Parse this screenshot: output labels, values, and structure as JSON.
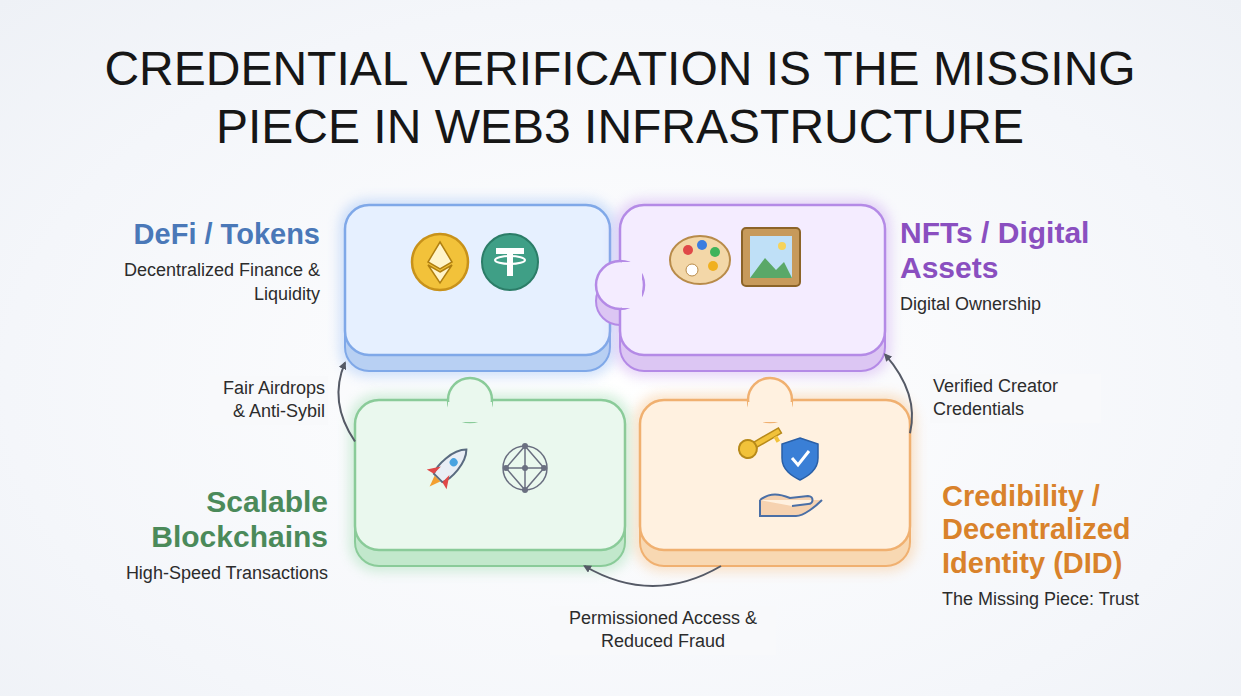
{
  "diagram": {
    "title": "CREDENTIAL VERIFICATION IS THE MISSING PIECE IN WEB3 INFRASTRUCTURE",
    "nodes": [
      {
        "text": [
          "DeFi / Tokens",
          "Decentralized Finance & Liquidity"
        ]
      },
      {
        "text": [
          "NFTs / Digital Assets",
          "Digital Ownership"
        ]
      },
      {
        "text": [
          "Scalable Blockchains",
          "High-Speed Transactions"
        ]
      },
      {
        "text": [
          "Credibility / Decentralized Identity (DID)",
          "The Missing Piece: Trust"
        ]
      }
    ],
    "edges": [
      {
        "from": 2,
        "to": 0,
        "label": "Fair Airdrops & Anti-Sybil",
        "arrow": "to"
      },
      {
        "from": 3,
        "to": 1,
        "label": "Verified Creator Credentials",
        "arrow": "to"
      },
      {
        "from": 3,
        "to": 2,
        "label": "Permissioned Access & Reduced Fraud",
        "arrow": "to"
      }
    ]
  }
}
